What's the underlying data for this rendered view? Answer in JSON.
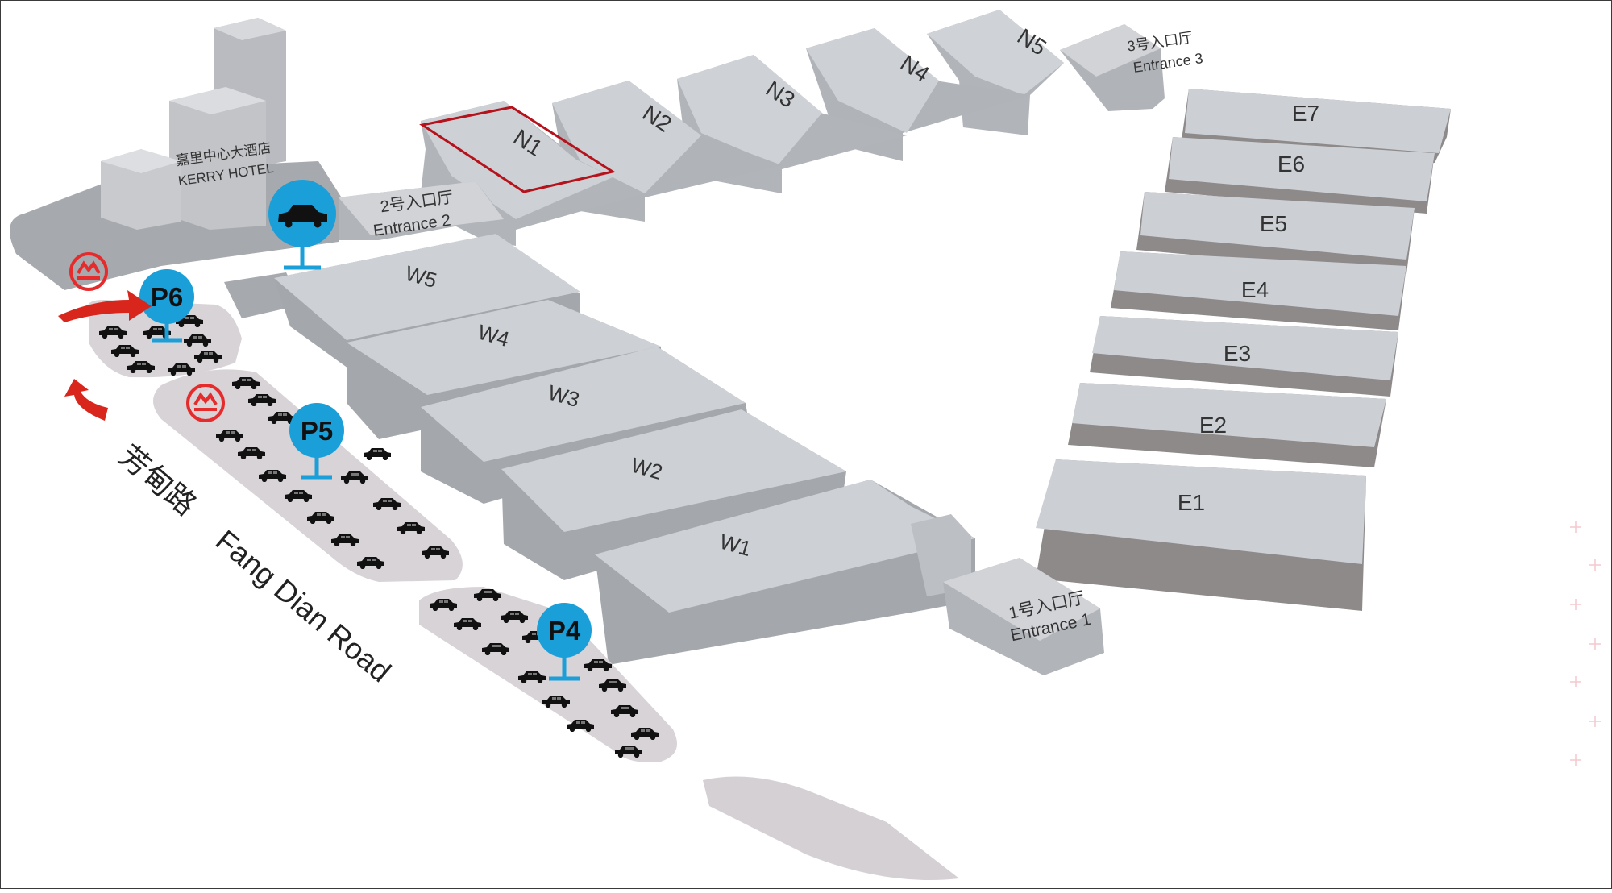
{
  "map": {
    "selected_hall": "N1",
    "halls_north": [
      "N1",
      "N2",
      "N3",
      "N4",
      "N5"
    ],
    "halls_west": [
      "W5",
      "W4",
      "W3",
      "W2",
      "W1"
    ],
    "halls_east": [
      "E7",
      "E6",
      "E5",
      "E4",
      "E3",
      "E2",
      "E1"
    ],
    "hotel": {
      "name_cn": "嘉里中心大酒店",
      "name_en": "KERRY HOTEL"
    },
    "entrances": [
      {
        "cn": "1号入口厅",
        "en": "Entrance 1"
      },
      {
        "cn": "2号入口厅",
        "en": "Entrance 2"
      },
      {
        "cn": "3号入口厅",
        "en": "Entrance 3"
      }
    ],
    "parking": [
      "P6",
      "P5",
      "P4"
    ],
    "road": {
      "cn": "芳甸路",
      "en": "Fang Dian Road"
    },
    "icons": [
      "metro-icon",
      "taxi-icon",
      "car-icon",
      "arrow-icon"
    ],
    "colors": {
      "highlight": "#b5121b",
      "parking_badge": "#1a9fd8",
      "metro": "#e52b2b",
      "arrow": "#d9261c",
      "hall_top": "#cdd0d6",
      "hall_side": "#a9acb1"
    }
  }
}
